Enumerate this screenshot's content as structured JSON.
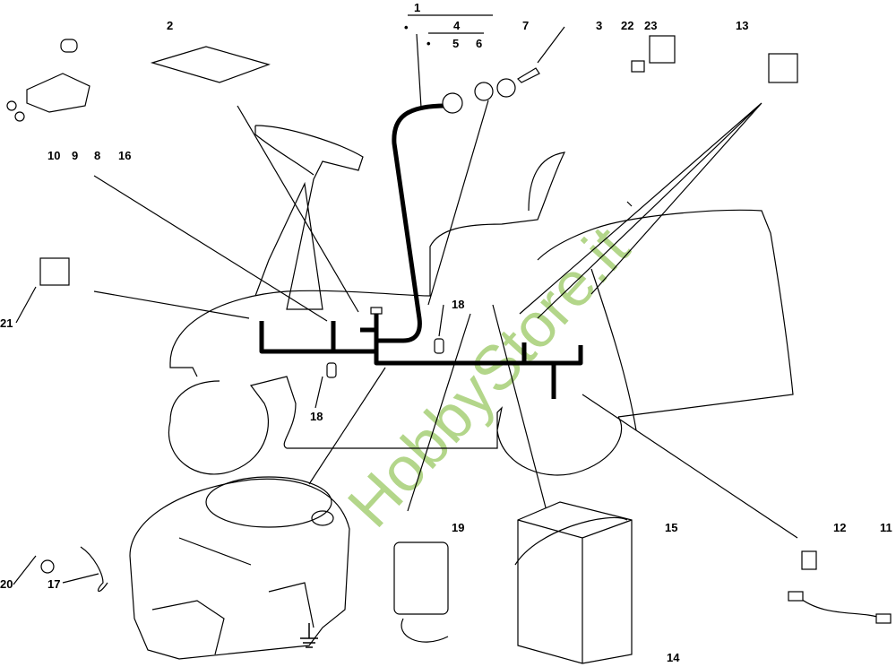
{
  "diagram": {
    "title": "Electrical system exploded parts diagram",
    "watermark": "HobbyStore.it",
    "watermark_color": "#b3d68a",
    "labels": {
      "l1": "1",
      "l2": "2",
      "l3": "3",
      "l4": "4",
      "l5": "5",
      "l6": "6",
      "l7": "7",
      "l8": "8",
      "l9": "9",
      "l10": "10",
      "l11": "11",
      "l12": "12",
      "l13": "13",
      "l14": "14",
      "l15": "15",
      "l16": "16",
      "l17": "17",
      "l18a": "18",
      "l18b": "18",
      "l19": "19",
      "l20": "20",
      "l21": "21",
      "l22": "22",
      "l23": "23",
      "dot1": "•",
      "dot2": "•"
    }
  }
}
